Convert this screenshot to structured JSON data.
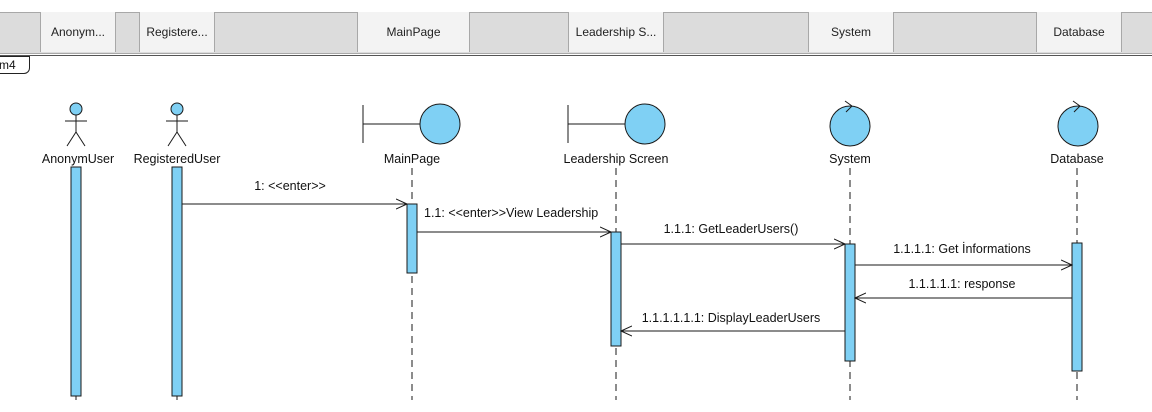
{
  "header": {
    "cells": [
      {
        "label": "Anonym..."
      },
      {
        "label": "Registere..."
      },
      {
        "label": "MainPage"
      },
      {
        "label": "Leadership S..."
      },
      {
        "label": "System"
      },
      {
        "label": "Database"
      }
    ]
  },
  "frame": {
    "tab_label": "m4"
  },
  "lifelines": [
    {
      "name": "AnonymUser",
      "kind": "actor"
    },
    {
      "name": "RegisteredUser",
      "kind": "actor"
    },
    {
      "name": "MainPage",
      "kind": "boundary"
    },
    {
      "name": "Leadership Screen",
      "kind": "boundary"
    },
    {
      "name": "System",
      "kind": "control"
    },
    {
      "name": "Database",
      "kind": "control"
    }
  ],
  "messages": [
    {
      "label": "1: <<enter>>",
      "from": "RegisteredUser",
      "to": "MainPage",
      "type": "sync"
    },
    {
      "label": "1.1: <<enter>>View Leadership",
      "from": "MainPage",
      "to": "Leadership Screen",
      "type": "sync"
    },
    {
      "label": "1.1.1: GetLeaderUsers()",
      "from": "Leadership Screen",
      "to": "System",
      "type": "sync"
    },
    {
      "label": "1.1.1.1: Get İnformations",
      "from": "System",
      "to": "Database",
      "type": "sync"
    },
    {
      "label": "1.1.1.1.1: response",
      "from": "Database",
      "to": "System",
      "type": "return"
    },
    {
      "label": "1.1.1.1.1.1: DisplayLeaderUsers",
      "from": "System",
      "to": "Leadership Screen",
      "type": "return"
    }
  ],
  "colors": {
    "fill": "#7fd0f4",
    "stroke": "#1a1a1a",
    "header_bg": "#dcdcdc",
    "header_cell": "#f3f3f3"
  }
}
